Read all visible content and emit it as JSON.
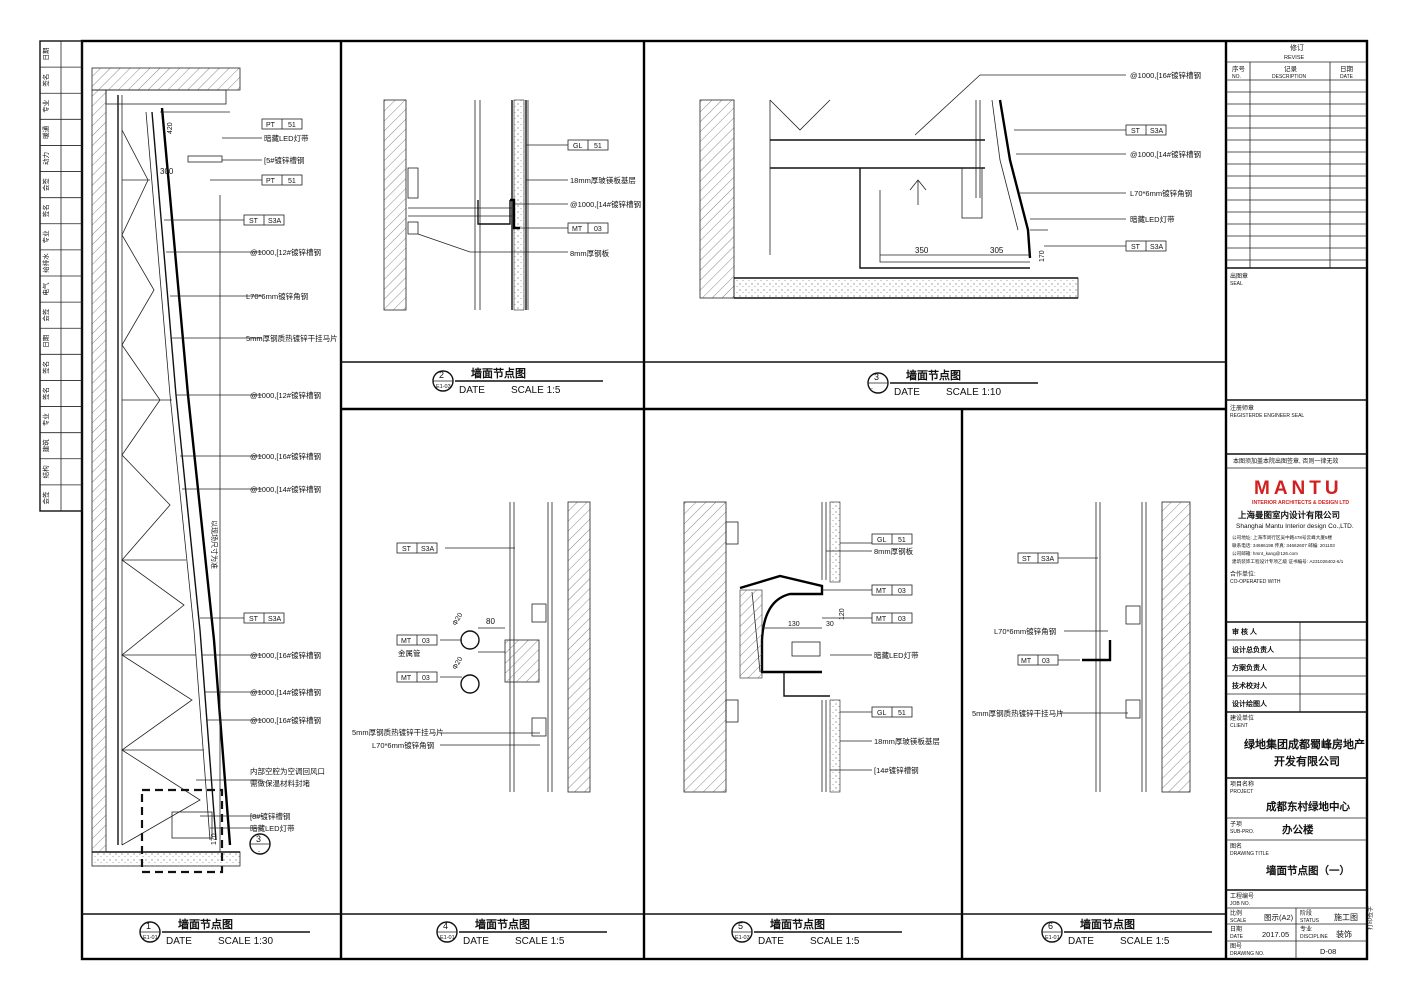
{
  "left_strip": {
    "labels": [
      "日期",
      "签名",
      "专业",
      "暖通",
      "动力",
      "会签",
      "签名",
      "专业",
      "给排水",
      "电气",
      "会签",
      "日期",
      "签名",
      "签名",
      "专业",
      "建筑",
      "结构",
      "会签"
    ]
  },
  "views": [
    {
      "id": "v1",
      "num": "1",
      "ref": "E1-01",
      "title": "墙面节点图",
      "date": "DATE",
      "scale": "SCALE 1:30"
    },
    {
      "id": "v2",
      "num": "2",
      "ref": "E1-03",
      "title": "墙面节点图",
      "date": "DATE",
      "scale": "SCALE 1:5"
    },
    {
      "id": "v3",
      "num": "3",
      "ref": "-",
      "title": "墙面节点图",
      "date": "DATE",
      "scale": "SCALE 1:10"
    },
    {
      "id": "v4",
      "num": "4",
      "ref": "E1-01",
      "title": "墙面节点图",
      "date": "DATE",
      "scale": "SCALE 1:5"
    },
    {
      "id": "v5",
      "num": "5",
      "ref": "E1-03",
      "title": "墙面节点图",
      "date": "DATE",
      "scale": "SCALE 1:5"
    },
    {
      "id": "v6",
      "num": "6",
      "ref": "E1-01",
      "title": "墙面节点图",
      "date": "DATE",
      "scale": "SCALE 1:5"
    }
  ],
  "v1": {
    "tags": [
      {
        "a": "PT",
        "b": "51"
      },
      {
        "a": "PT",
        "b": "51"
      },
      {
        "a": "ST",
        "b": "S3A"
      },
      {
        "a": "ST",
        "b": "S3A"
      }
    ],
    "notes": [
      "暗藏LED灯带",
      "[5#镀锌槽钢",
      "@1000,[12#镀锌槽钢",
      "L70*6mm镀锌角钢",
      "5mm厚钢质热镀锌干挂马片",
      "@1000,[12#镀锌槽钢",
      "@1000,[16#镀锌槽钢",
      "@1000,[14#镀锌槽钢",
      "@1000,[16#镀锌槽钢",
      "@1000,[14#镀锌槽钢",
      "@1000,[16#镀锌槽钢",
      "内部空腔为空调回风口",
      "需做保温材料封堵",
      "[8#镀锌槽钢",
      "暗藏LED灯带"
    ],
    "dims": [
      "420",
      "300",
      "170"
    ],
    "vertical_note": "以现场尺寸为准",
    "callout": {
      "num": "3",
      "ref": "-"
    }
  },
  "v2": {
    "tags": [
      {
        "a": "GL",
        "b": "51"
      },
      {
        "a": "MT",
        "b": "03"
      }
    ],
    "notes": [
      "18mm厚玻镁板基层",
      "@1000,[14#镀锌槽钢",
      "8mm厚钢板"
    ]
  },
  "v3": {
    "tags": [
      {
        "a": "ST",
        "b": "S3A"
      },
      {
        "a": "ST",
        "b": "S3A"
      }
    ],
    "notes": [
      "@1000,[16#镀锌槽钢",
      "@1000,[14#镀锌槽钢",
      "L70*6mm镀锌角钢",
      "暗藏LED灯带"
    ],
    "dims": [
      "350",
      "305",
      "170"
    ]
  },
  "v4": {
    "tags": [
      {
        "a": "ST",
        "b": "S3A"
      },
      {
        "a": "MT",
        "b": "03"
      },
      {
        "a": "MT",
        "b": "03"
      }
    ],
    "notes": [
      "金属管",
      "5mm厚钢质热镀锌干挂马片",
      "L70*6mm镀锌角钢"
    ],
    "dims": [
      "Φ20",
      "80",
      "Φ20"
    ]
  },
  "v5": {
    "tags": [
      {
        "a": "GL",
        "b": "51"
      },
      {
        "a": "MT",
        "b": "03"
      },
      {
        "a": "MT",
        "b": "03"
      },
      {
        "a": "GL",
        "b": "51"
      }
    ],
    "notes": [
      "8mm厚钢板",
      "暗藏LED灯带",
      "18mm厚玻镁板基层",
      "[14#镀锌槽钢"
    ],
    "dims": [
      "130",
      "30",
      "120"
    ]
  },
  "v6": {
    "tags": [
      {
        "a": "ST",
        "b": "S3A"
      },
      {
        "a": "MT",
        "b": "03"
      }
    ],
    "notes": [
      "L70*6mm镀锌角钢",
      "5mm厚钢质热镀锌干挂马片"
    ]
  },
  "titleblock": {
    "revise_title": "修订",
    "revise_en": "REVISE",
    "col_no": "序号",
    "col_no_en": "NO.",
    "col_desc": "记录",
    "col_desc_en": "DESCRIPTION",
    "col_date": "日期",
    "col_date_en": "DATE",
    "seal": "出图章",
    "seal_en": "SEAL",
    "eng_seal": "注册师章",
    "eng_seal_en": "REGISTERDE ENGINEER SEAL",
    "warning": "本图须加盖本院出图签章, 否则一律无效",
    "logo": "MANTU",
    "logo_sub": "INTERIOR ARCHITECTS & DESIGN LTD",
    "company_cn": "上海曼图室内设计有限公司",
    "company_en": "Shanghai Mantu Interior design Co.,LTD.",
    "company_addr": "公司地址: 上海市闵行区吴中路478号云峰大厦5楼",
    "company_tel": "联系电话: 34686198  传真: 34662607  邮编: 201103",
    "company_mail": "公司邮箱: hmnt_kang@126.com",
    "company_cert": "建筑装饰工程设计专项乙级    证书编号: A231026402-6/1",
    "coop": "合作单位:",
    "coop_en": "CO-OPERATED WITH",
    "sign_rows": [
      "审 核 人",
      "设计总负责人",
      "方案负责人",
      "技术校对人",
      "设计绘图人"
    ],
    "client_label": "建设单位",
    "client_en": "CLIENT",
    "client_1": "绿地集团成都蜀峰房地产",
    "client_2": "开发有限公司",
    "project_label": "项目名称",
    "project_en": "PROJECT",
    "project": "成都东村绿地中心",
    "sub_label": "子项",
    "sub_en": "SUB-PRO.",
    "sub": "办公楼",
    "dtitle_label": "图名",
    "dtitle_en": "DRAWING TITLE",
    "dtitle": "墙面节点图（一）",
    "job_label": "工程编号",
    "job_en": "JOB NO.",
    "scale_label": "比例",
    "scale_en": "SCALE",
    "scale_val": "图示(A2)",
    "status_label": "阶段",
    "status_en": "STATUS",
    "status_val": "施工图",
    "date_label": "日期",
    "date_en": "DATE",
    "date_val": "2017.05",
    "disc_label": "专业",
    "disc_en": "DISCIPLINE",
    "disc_val": "装饰",
    "dno_label": "图号",
    "dno_en": "DRAWING NO.",
    "dno_val": "D-08",
    "edge_note": "打印签字"
  }
}
